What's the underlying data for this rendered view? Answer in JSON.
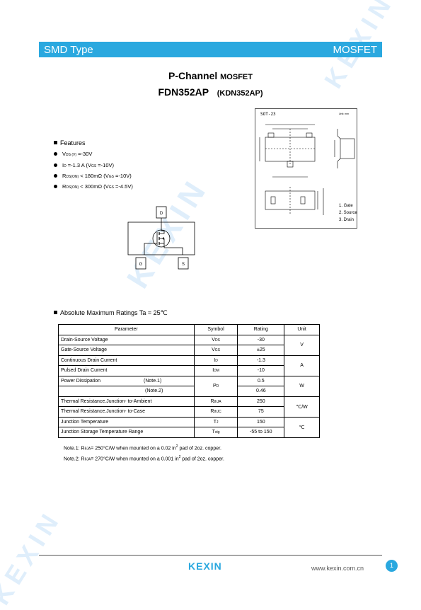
{
  "header": {
    "left": "SMD Type",
    "right": "MOSFET"
  },
  "title": {
    "line1_main": "P-Channel",
    "line1_small": "MOSFET",
    "line2_main": "FDN352AP",
    "line2_small": "(KDN352AP)"
  },
  "features": {
    "heading": "Features",
    "items": [
      {
        "pre": "V",
        "sub": "DS (V)",
        "post": " =-30V"
      },
      {
        "pre": "I",
        "sub": "D",
        "post": " =-1.3 A (V",
        "sub2": "GS",
        "post2": " =-10V)"
      },
      {
        "pre": "R",
        "sub": "DS(ON)",
        "post": " < 180mΩ (V",
        "sub2": "GS",
        "post2": " =-10V)"
      },
      {
        "pre": "R",
        "sub": "DS(ON)",
        "post": " < 300mΩ (V",
        "sub2": "GS",
        "post2": " =-4.5V)"
      }
    ]
  },
  "schematic": {
    "drain": "D",
    "gate": "G",
    "source": "S"
  },
  "package": {
    "name": "SOT-23",
    "units": "Unit: mm",
    "pins": [
      "1. Gate",
      "2. Source",
      "3. Drain"
    ]
  },
  "ratings": {
    "heading": "Absolute Maximum Ratings Ta = 25℃",
    "headers": [
      "Parameter",
      "Symbol",
      "Rating",
      "Unit"
    ],
    "rows": {
      "r1": {
        "param": "Drain-Source Voltage",
        "sym": "V",
        "symsub": "DS",
        "rating": "-30"
      },
      "r2": {
        "param": "Gate-Source Voltage",
        "sym": "V",
        "symsub": "GS",
        "rating": "±25"
      },
      "u12": "V",
      "r3": {
        "param": "Continuous Drain Current",
        "sym": "I",
        "symsub": "D",
        "rating": "-1.3"
      },
      "r4": {
        "param": "Pulsed Drain Current",
        "sym": "I",
        "symsub": "DM",
        "rating": "-10"
      },
      "u34": "A",
      "r5": {
        "param": "Power Dissipation",
        "note1": "(Note.1)",
        "note2": "(Note.2)",
        "sym": "P",
        "symsub": "D",
        "rating1": "0.5",
        "rating2": "0.46",
        "unit": "W"
      },
      "r6": {
        "param": "Thermal Resistance.Junction- to-Ambient",
        "sym": "R",
        "symsub": "thJA",
        "rating": "250"
      },
      "r7": {
        "param": "Thermal Resistance.Junction- to-Case",
        "sym": "R",
        "symsub": "thJC",
        "rating": "75"
      },
      "u67": "℃/W",
      "r8": {
        "param": "Junction  Temperature",
        "sym": "T",
        "symsub": "J",
        "rating": "150"
      },
      "r9": {
        "param": "Junction Storage Temperature Range",
        "sym": "T",
        "symsub": "stg",
        "rating": "-55 to 150"
      },
      "u89": "℃"
    }
  },
  "notes": {
    "n1": {
      "pre": "Note.1: R",
      "sub": "θJA",
      "post": "= 250°C/W when mounted on a 0.02 in",
      "sup": "2",
      "post2": " pad of 2oz. copper."
    },
    "n2": {
      "pre": "Note.2: R",
      "sub": "θJA",
      "post": "= 270°C/W when mounted on a 0.001 in",
      "sup": "2",
      "post2": " pad of 2oz. copper."
    }
  },
  "footer": {
    "logo": "KEXIN",
    "url": "www.kexin.com.cn",
    "page": "1"
  },
  "colors": {
    "brand": "#2aa8df",
    "watermark": "#dfeefb"
  }
}
